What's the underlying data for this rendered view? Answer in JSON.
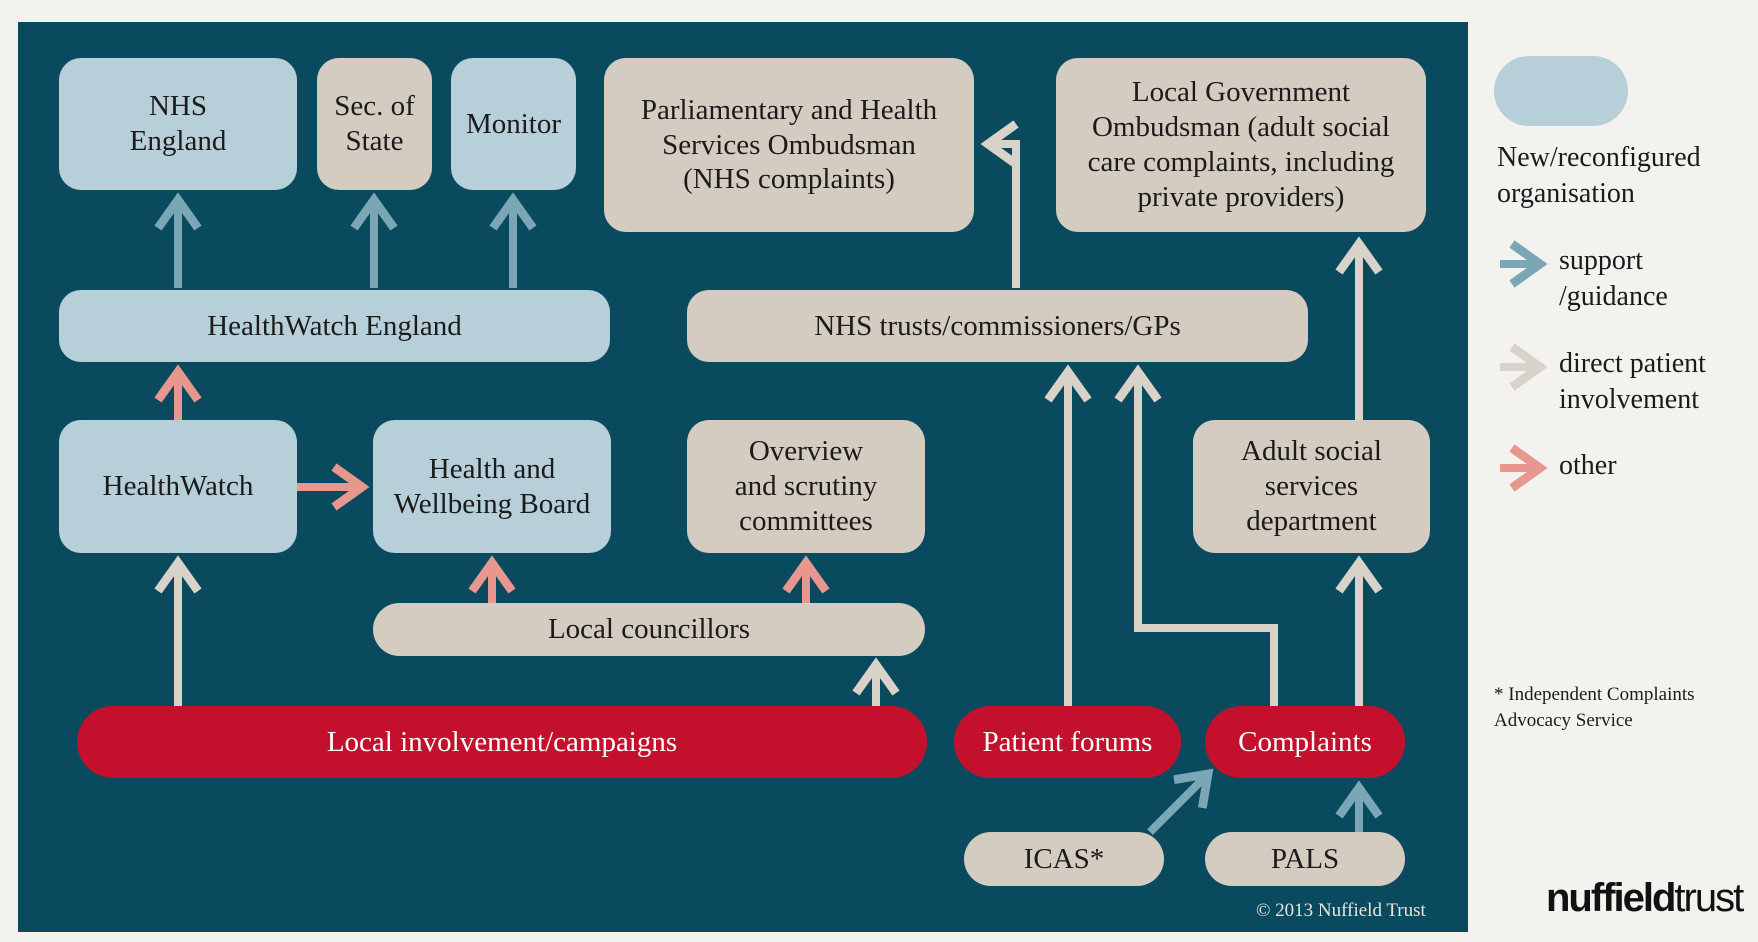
{
  "nodes": {
    "nhs_england": "NHS\nEngland",
    "sec_of_state": "Sec. of\nState",
    "monitor": "Monitor",
    "phso": "Parliamentary and Health\nServices Ombudsman\n(NHS complaints)",
    "lgo": "Local Government\nOmbudsman (adult social\ncare complaints, including\nprivate providers)",
    "healthwatch_england": "HealthWatch England",
    "nhs_trusts": "NHS trusts/commissioners/GPs",
    "healthwatch": "HealthWatch",
    "hwb": "Health and\nWellbeing Board",
    "overview": "Overview\nand scrutiny\ncommittees",
    "adult_social": "Adult social\nservices\ndepartment",
    "local_councillors": "Local councillors",
    "local_involvement": "Local involvement/campaigns",
    "patient_forums": "Patient forums",
    "complaints": "Complaints",
    "icas": "ICAS*",
    "pals": "PALS"
  },
  "legend": {
    "new_org": "New/reconfigured\norganisation",
    "support": "support\n/guidance",
    "direct": "direct patient\ninvolvement",
    "other": "other"
  },
  "footnote": "* Independent Complaints\n   Advocacy Service",
  "copyright": "© 2013 Nuffield Trust",
  "logo": {
    "part1": "nuffield",
    "part2": "trust"
  },
  "colors": {
    "background": "#0a4a5e",
    "new_org": "#b7cfd8",
    "existing_org": "#d4cbc1",
    "patient_activity": "#c3102d",
    "support_arrow": "#7aa6b6",
    "direct_arrow": "#d9d2c8",
    "other_arrow": "#e8978f"
  }
}
